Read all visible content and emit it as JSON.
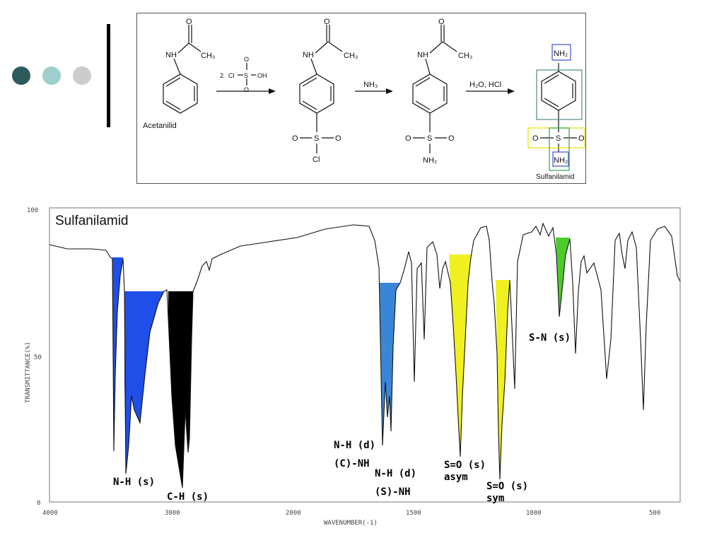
{
  "decor": {
    "dot_colors": [
      "#2e5b5d",
      "#9ecfcc",
      "#cccccc"
    ]
  },
  "scheme": {
    "reactant_name": "Acetanilid",
    "reagent_1_coeff": "2",
    "reagent_1": "Cl–SO₂–OH",
    "reagent_2": "NH₃",
    "reagent_3": "H₂O, HCl",
    "product_name": "Sulfanilamid",
    "atoms": {
      "NH": "NH",
      "O": "O",
      "CH3": "CH₃",
      "S": "S",
      "Cl": "Cl",
      "NH2": "NH₂",
      "OH": "OH"
    },
    "highlight_colors": {
      "amine": "#3b4fd6",
      "ring": "#4f8a86",
      "sulfonyl": "#e8e000",
      "sn_bond": "#2aa84a"
    }
  },
  "spectrum": {
    "title": "Sulfanilamid",
    "x_axis_label": "WAVENUMBER(-1)",
    "y_axis_label": "TRANSMITTANCE(%)",
    "x_ticks": [
      "4000",
      "3000",
      "2000",
      "1500",
      "1000",
      "500"
    ],
    "y_ticks": [
      "100",
      "50",
      "0"
    ],
    "bands": [
      {
        "label": "N-H (s)",
        "color": "#1f4fe8"
      },
      {
        "label": "C-H (s)",
        "color": "#000000"
      },
      {
        "label_1": "N-H (d)",
        "label_2": "(C)-NH",
        "color": "#3a86d6"
      },
      {
        "label_1": "N-H (d)",
        "label_2": "(S)-NH"
      },
      {
        "label_1": "S=O (s)",
        "label_2": "asym",
        "color": "#f0f020"
      },
      {
        "label_1": "S=O (s)",
        "label_2": "sym",
        "color": "#f0f020"
      },
      {
        "label": "S-N (s)",
        "color": "#4ccc2a"
      }
    ]
  }
}
